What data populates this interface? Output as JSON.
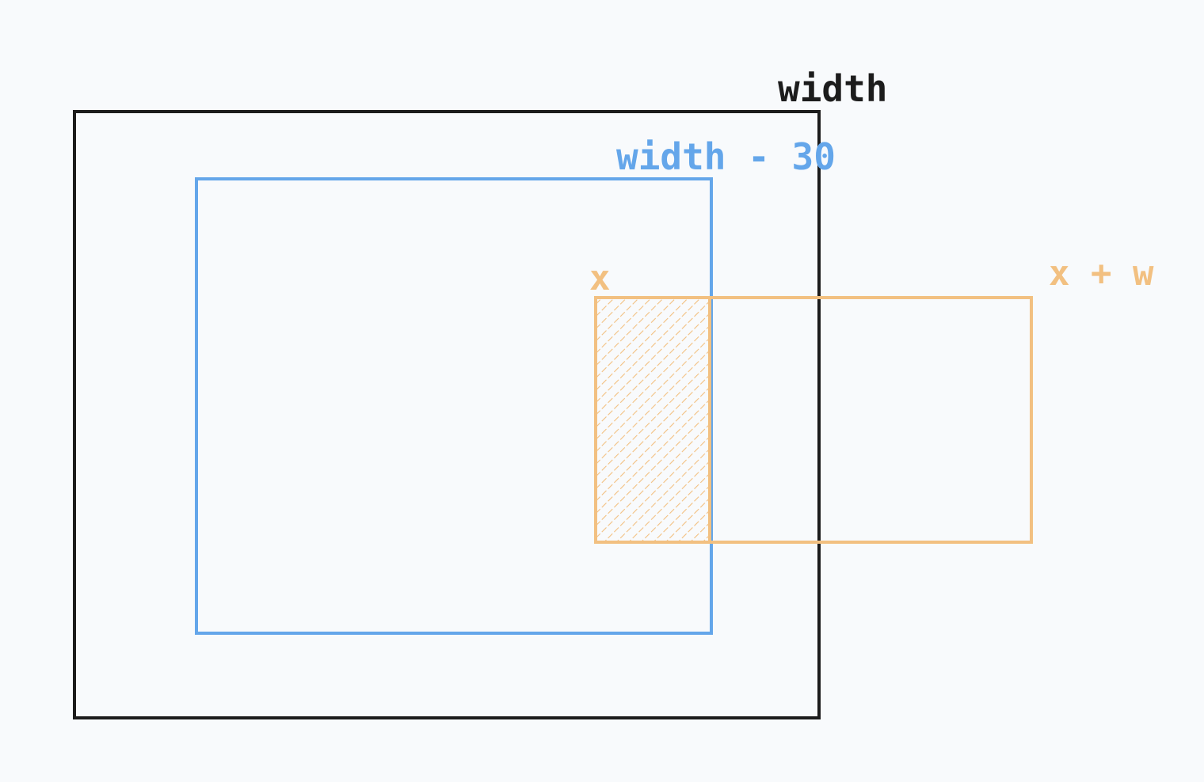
{
  "labels": {
    "outer": "width",
    "inner": "width - 30",
    "box_start": "x",
    "box_end": "x + w"
  },
  "colors": {
    "background": "#f8fafc",
    "outer": "#1c1c1c",
    "inner": "#64a6ea",
    "box": "#f2c081"
  }
}
